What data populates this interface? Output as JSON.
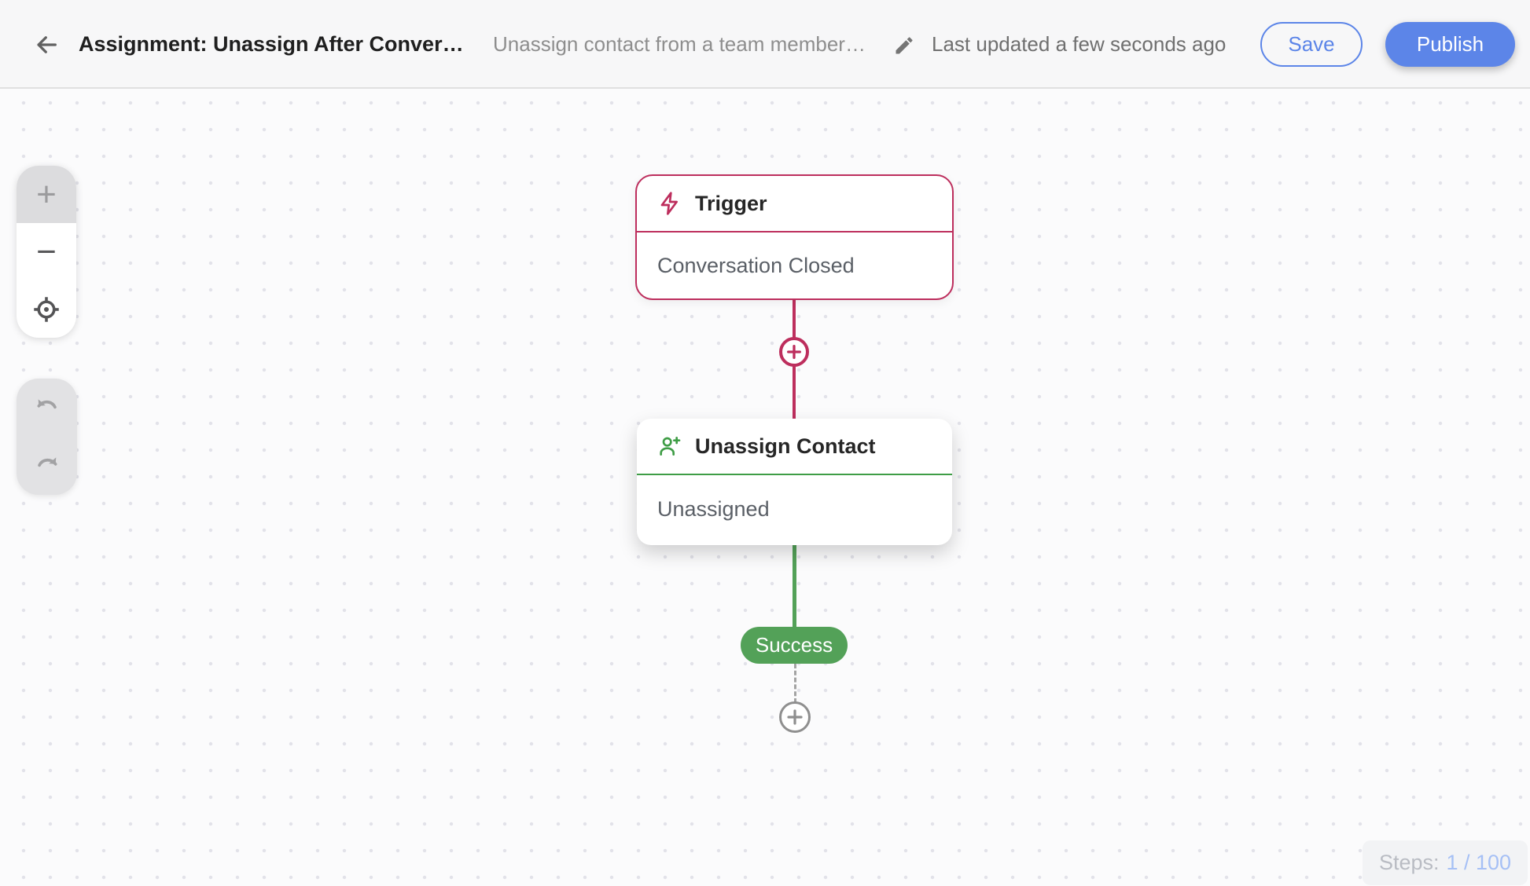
{
  "header": {
    "title": "Assignment: Unassign After Conver…",
    "subtitle": "Unassign contact from a team member…",
    "last_updated": "Last updated a few seconds ago",
    "save_label": "Save",
    "publish_label": "Publish"
  },
  "flow": {
    "trigger": {
      "title": "Trigger",
      "body": "Conversation Closed"
    },
    "action": {
      "title": "Unassign Contact",
      "body": "Unassigned"
    },
    "success_label": "Success"
  },
  "toolbar": {
    "zoom_in_glyph": "+",
    "zoom_out_glyph": "−"
  },
  "statusbar": {
    "steps_label": "Steps:",
    "steps_value": "1 / 100"
  },
  "icons": {
    "back": "arrow-left-icon",
    "edit": "pencil-icon",
    "trigger": "lightning-icon",
    "action": "person-add-icon",
    "add_step": "plus-circle-icon",
    "recenter": "crosshair-icon",
    "undo": "undo-arrow-icon",
    "redo": "redo-arrow-icon"
  },
  "colors": {
    "pink": "#bd2e5d",
    "green": "#53a158",
    "green-dark": "#3f9d46",
    "blue": "#5c85e8",
    "steps-blue": "#a6c0f5"
  }
}
